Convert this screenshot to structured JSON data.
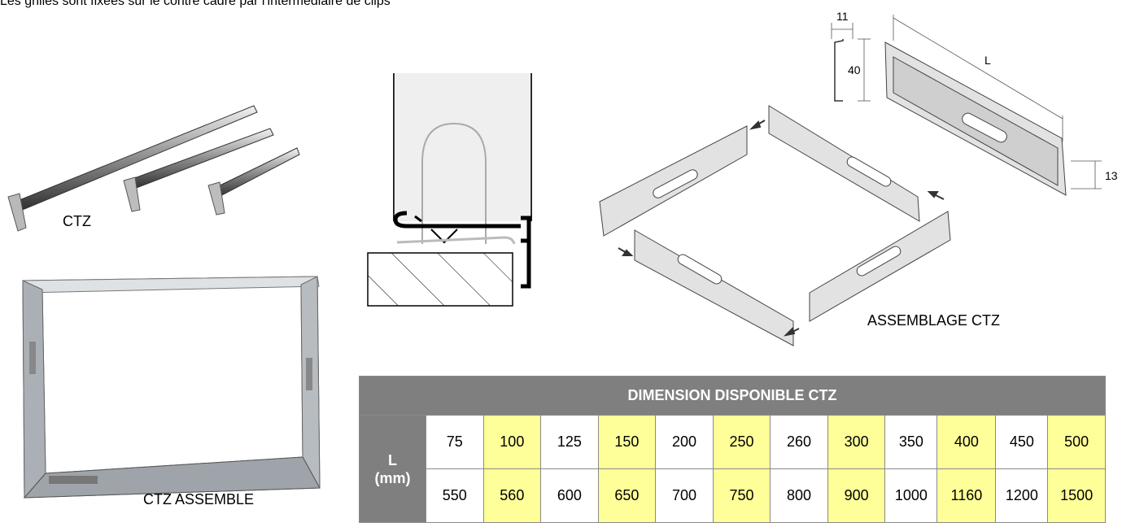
{
  "caption": "Les grilles sont fixées sur le contre cadre par l'intermédiaire de clips",
  "labels": {
    "ctz": "CTZ",
    "ctz_assemble": "CTZ ASSEMBLE",
    "assemblage": "ASSEMBLAGE CTZ"
  },
  "dimensions": {
    "width": "11",
    "height": "40",
    "length": "L",
    "offset": "13"
  },
  "table": {
    "title": "DIMENSION DISPONIBLE CTZ",
    "row_header_line1": "L",
    "row_header_line2": "(mm)",
    "rows": [
      [
        "75",
        "100",
        "125",
        "150",
        "200",
        "250",
        "260",
        "300",
        "350",
        "400",
        "450",
        "500"
      ],
      [
        "550",
        "560",
        "600",
        "650",
        "700",
        "750",
        "800",
        "900",
        "1000",
        "1160",
        "1200",
        "1500"
      ]
    ],
    "highlight_color": "#ffff99",
    "header_color": "#7f7f7f"
  }
}
